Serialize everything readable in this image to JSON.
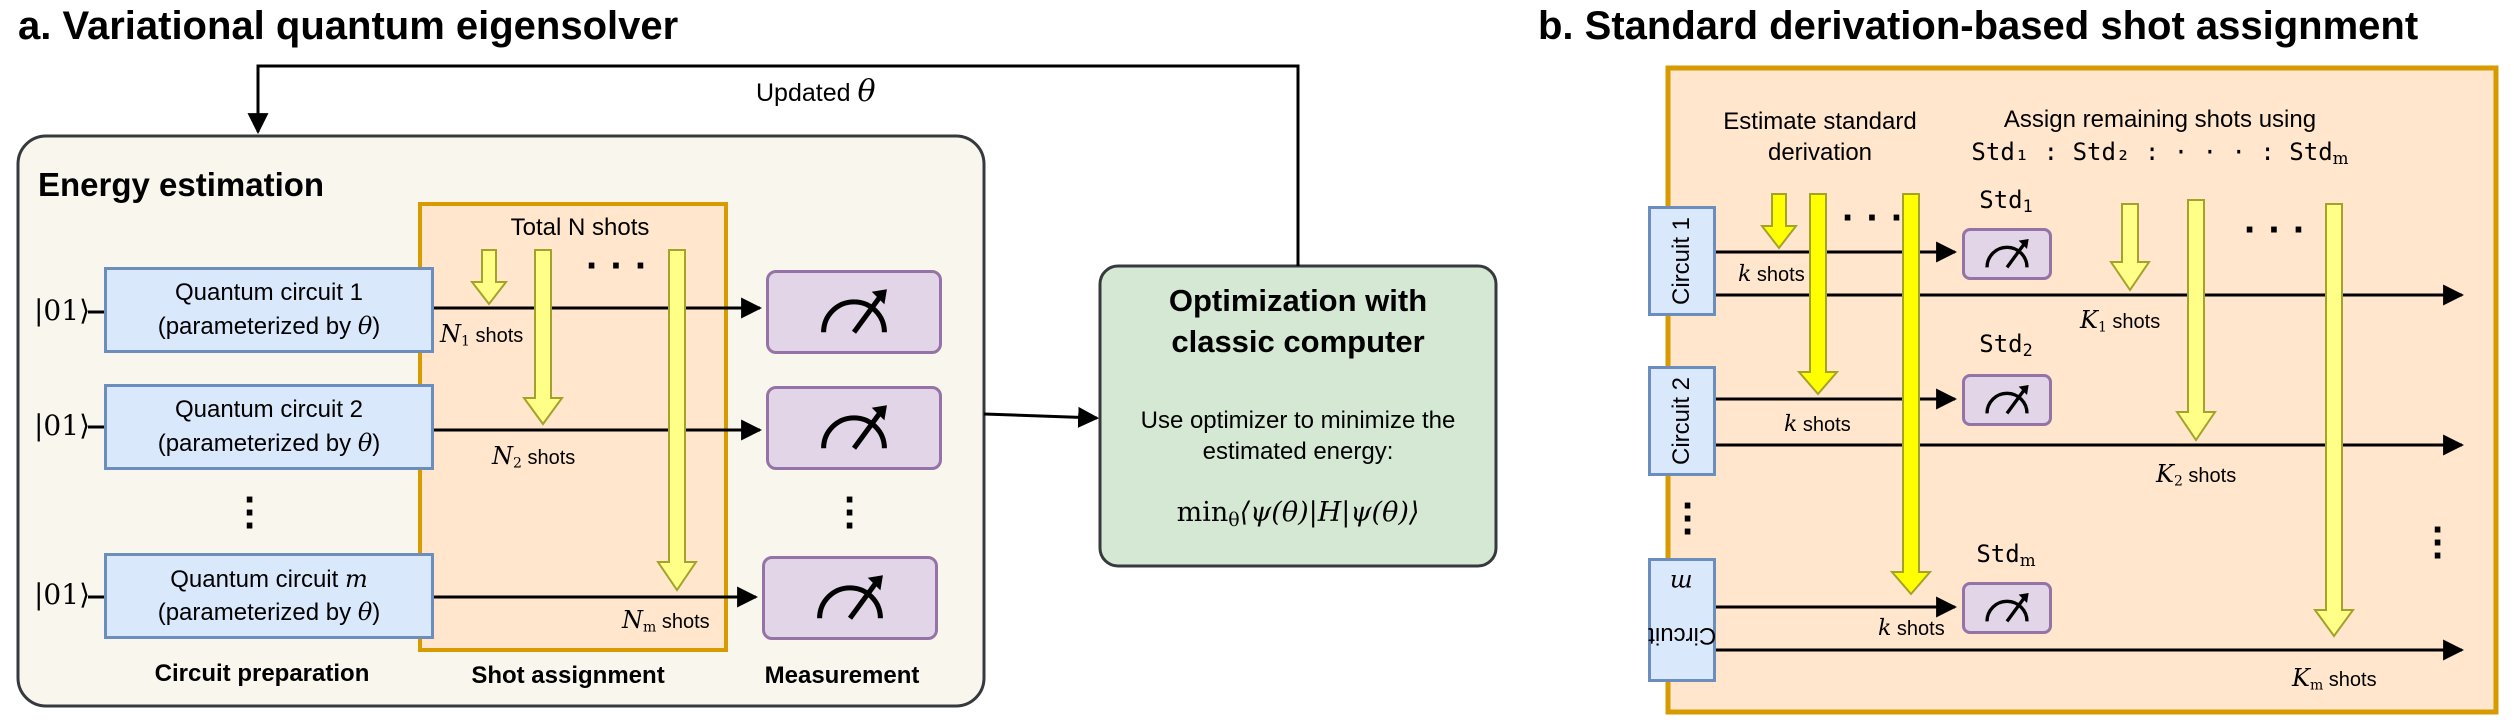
{
  "panel_a": {
    "title": "a. Variational quantum eigensolver",
    "updated_label": "Updated",
    "updated_symbol": "θ",
    "energy_title": "Energy estimation",
    "total_shots": "Total N shots",
    "ket": "|01⟩",
    "circuits": [
      {
        "name": "Quantum circuit 1",
        "param": "(parameterized by"
      },
      {
        "name": "Quantum circuit 2",
        "param": "(parameterized by"
      },
      {
        "name": "Quantum circuit",
        "param": "(parameterized by"
      }
    ],
    "circuit_m_symbol": "m",
    "theta": "θ",
    "shots_word": "shots",
    "shot_symbols": [
      "N",
      "N",
      "N"
    ],
    "shot_subs": [
      "1",
      "2",
      "m"
    ],
    "bottom_labels": [
      "Circuit preparation",
      "Shot assignment",
      "Measurement"
    ],
    "opt_title": "Optimization with classic computer",
    "opt_desc": "Use optimizer to minimize the estimated energy:",
    "opt_formula": "min",
    "opt_formula_sub": "θ",
    "opt_formula_rest": "⟨ψ(θ)|H|ψ(θ)⟩"
  },
  "panel_b": {
    "title": "b. Standard derivation-based shot assignment",
    "estimate_label": "Estimate standard derivation",
    "assign_label": "Assign remaining shots using",
    "assign_formula": "Std₁ : Std₂ : · · · : Std",
    "assign_formula_sub": "m",
    "circuits": [
      "Circuit 1",
      "Circuit 2",
      "Circuit"
    ],
    "circuit_m_symbol": "m",
    "std_labels": [
      "Std",
      "Std",
      "Std"
    ],
    "std_subs": [
      "1",
      "2",
      "m"
    ],
    "k_symbol": "k",
    "shots_word": "shots",
    "K_symbol": "K",
    "K_subs": [
      "1",
      "2",
      "m"
    ]
  },
  "colors": {
    "circuit_fill": "#dae8fc",
    "circuit_border": "#6c8ebf",
    "shot_fill": "#ffe6cc",
    "shot_border": "#d79b00",
    "measure_fill": "#e1d5e7",
    "measure_border": "#9673a6",
    "opt_fill": "#d5e8d4",
    "energy_fill": "#f9f7ed",
    "arrow_fill": "#ffff88",
    "arrow_border": "#b5b52a"
  }
}
